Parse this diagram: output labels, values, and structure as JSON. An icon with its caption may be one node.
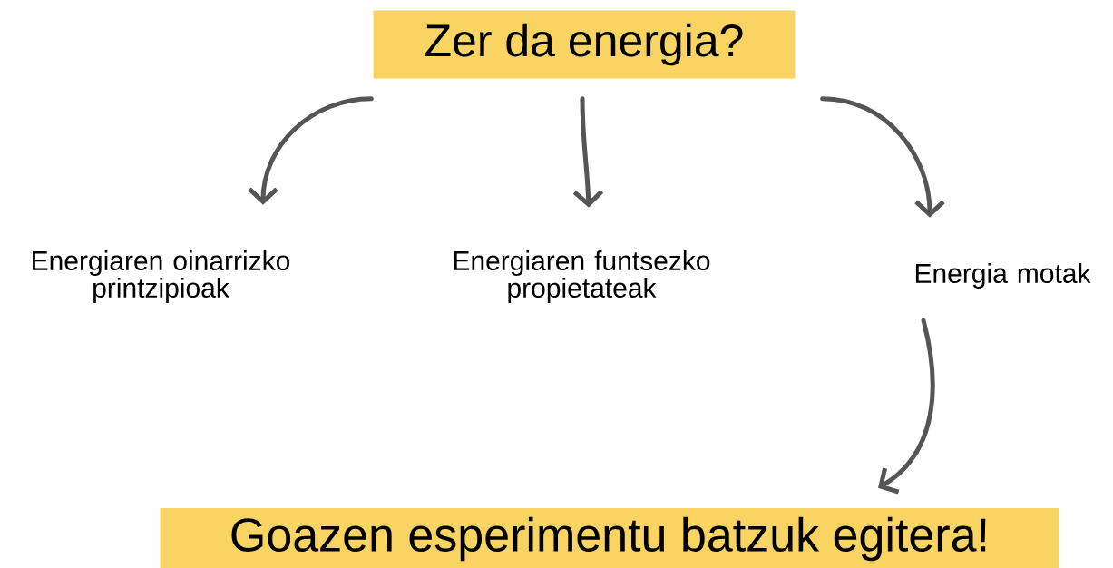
{
  "diagram": {
    "nodes": [
      {
        "text": [
          "Zer da energia?"
        ]
      },
      {
        "text": [
          "Energiaren oinarrizko printzipioak"
        ]
      },
      {
        "text": [
          "Energiaren funtsezko propietateak"
        ]
      },
      {
        "text": [
          "Energia motak"
        ]
      },
      {
        "text": [
          "Goazen esperimentu batzuk egitera!"
        ]
      }
    ],
    "edges": [
      {
        "from": 0,
        "to": 1,
        "arrow": "to"
      },
      {
        "from": 0,
        "to": 2,
        "arrow": "to"
      },
      {
        "from": 0,
        "to": 3,
        "arrow": "to"
      },
      {
        "from": 3,
        "to": 4,
        "arrow": "to"
      }
    ]
  }
}
